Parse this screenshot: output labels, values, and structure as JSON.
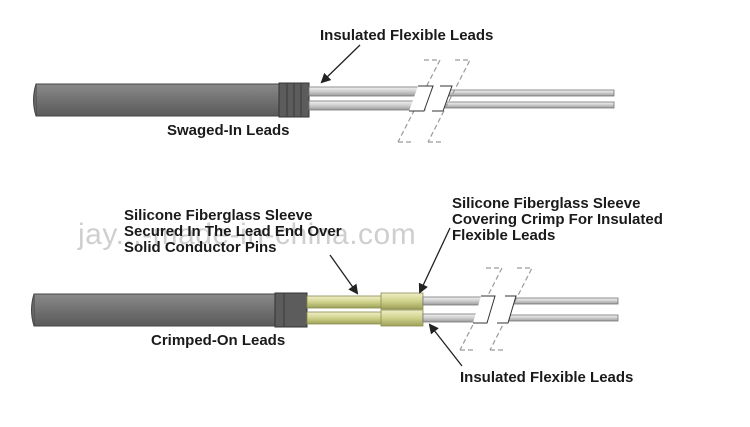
{
  "diagram": {
    "watermark": "jay...-made-in-china.com",
    "top": {
      "label_leads": "Insulated Flexible Leads",
      "label_heater": "Swaged-In Leads"
    },
    "bottom": {
      "label_sleeve_left": "Silicone Fiberglass Sleeve\nSecured In The Lead End Over\nSolid Conductor Pins",
      "label_sleeve_right": "Silicone Fiberglass Sleeve\nCovering Crimp For Insulated\nFlexible Leads",
      "label_heater": "Crimped-On Leads",
      "label_leads": "Insulated Flexible Leads"
    },
    "colors": {
      "heater_body": "#717171",
      "heater_dark": "#4a4a4a",
      "lead_wire": "#c9c9c9",
      "sleeve": "#cfd28a",
      "line": "#222222"
    }
  }
}
